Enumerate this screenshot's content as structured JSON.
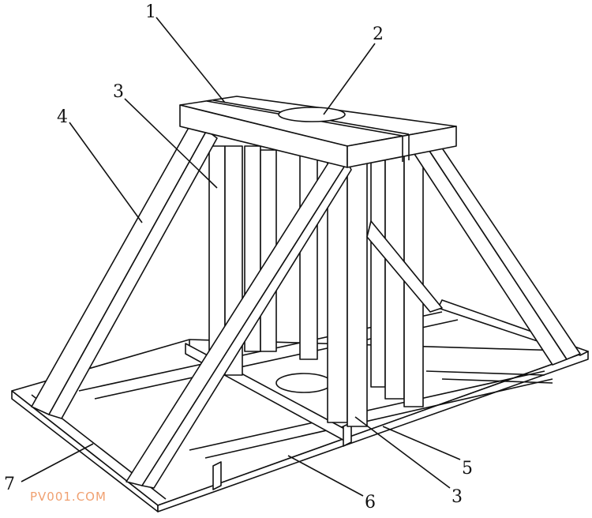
{
  "labels": {
    "l1": "1",
    "l2": "2",
    "l3a": "3",
    "l4": "4",
    "l5": "5",
    "l6": "6",
    "l3b": "3",
    "l7": "7"
  },
  "watermark": {
    "text": "PV001.COM",
    "color": "#f0a070"
  }
}
